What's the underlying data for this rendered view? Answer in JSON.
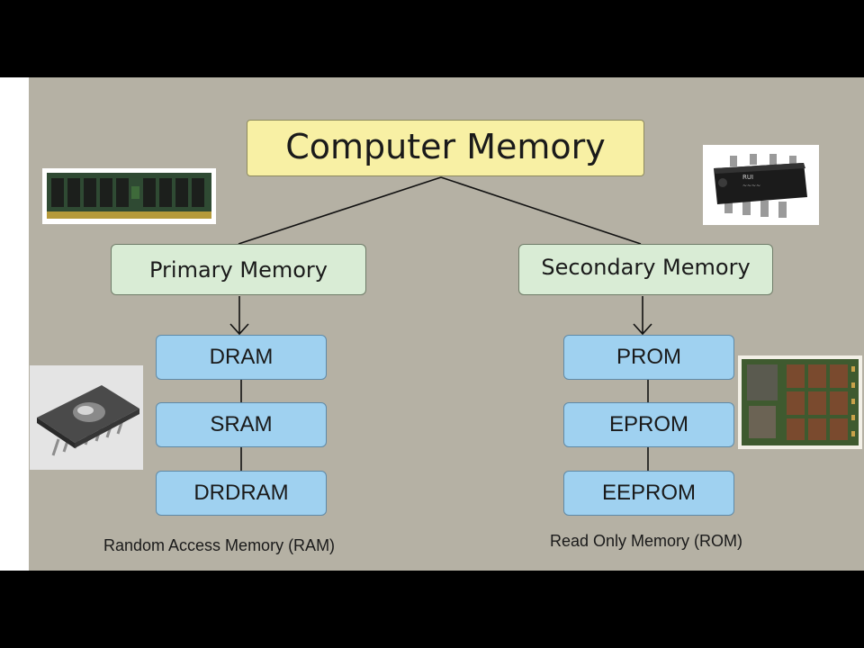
{
  "diagram": {
    "root": {
      "label": "Computer Memory"
    },
    "primary": {
      "label": "Primary Memory",
      "types": [
        "DRAM",
        "SRAM",
        "DRDRAM"
      ],
      "caption": "Random Access Memory (RAM)"
    },
    "secondary": {
      "label": "Secondary Memory",
      "types": [
        "PROM",
        "EPROM",
        "EEPROM"
      ],
      "caption": "Read Only Memory (ROM)"
    }
  },
  "images": {
    "ram_module": "ram-stick-image",
    "eprom_chip": "eprom-chip-image",
    "ic_chip": "dip-ic-chip-image",
    "ssd_board": "ssd-circuit-board-image"
  },
  "colors": {
    "slide_background": "#b5b1a4",
    "root_fill": "#f8f0a4",
    "category_fill": "#d9ecd5",
    "type_fill": "#9fd1f0"
  }
}
